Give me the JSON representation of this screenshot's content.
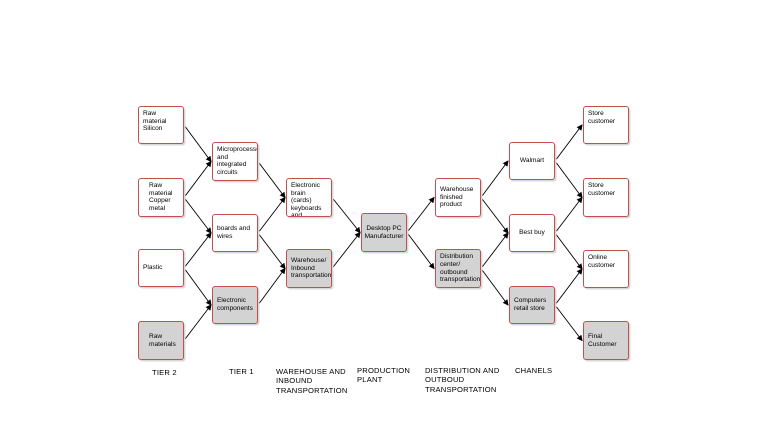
{
  "nodes": {
    "raw_silicon": "Raw material\nSilicon",
    "raw_copper": "Raw\nmaterial\nCopper\nmetal",
    "plastic": "Plastic",
    "raw_materials": "Raw\nmaterials",
    "microprocessor": "Microprocessor\nand integrated\ncircuits",
    "boards_wires": "boards and\nwires",
    "electronic_components": "Electronic\ncomponents",
    "electronic_brain": "Electronic\nbrain (cards)\nkeyboards and\nsoftware",
    "warehouse_inbound": "Warehouse/\nInbound\ntransportation",
    "desktop_pc": "Desktop PC\nManufacturer",
    "warehouse_finished": "Warehouse\nfinished product",
    "distribution_center": "Distribution\ncenter/\noutbound\ntransportation",
    "walmart": "Walmart",
    "best_buy": "Best buy",
    "computers_retail": "Computers\nretail store",
    "store_customer_1": "Store\ncustomer",
    "store_customer_2": "Store\ncustomer",
    "online_customer": "Online\ncustomer",
    "final_customer": "Final\nCustomer"
  },
  "stages": {
    "tier2": "TIER 2",
    "tier1": "TIER 1",
    "warehouse_inbound": "WAREHOUSE AND\nINBOUND\nTRANSPORTATION",
    "production": "PRODUCTION\nPLANT",
    "distribution": "DISTRIBUTION AND\nOUTBOUD\nTRANSPORTATION",
    "channels": "CHANELS"
  },
  "colors": {
    "border": "#c0504d",
    "gray_fill": "#d3d3d3",
    "arrow": "#000000"
  }
}
